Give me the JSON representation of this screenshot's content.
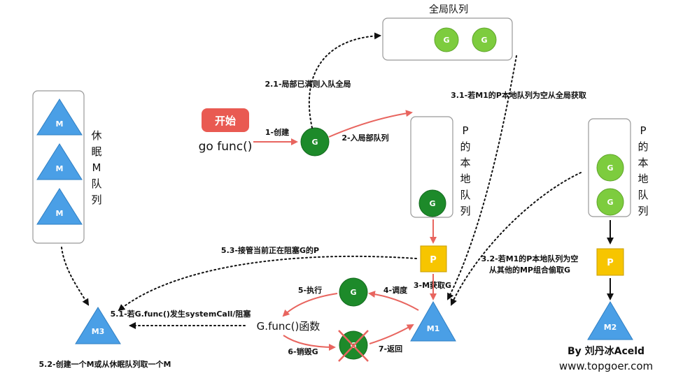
{
  "queues": {
    "global_title": "全局队列",
    "local_p_title": [
      "P",
      "的",
      "本",
      "地",
      "队",
      "列"
    ],
    "sleeping_m_title": [
      "休",
      "眠",
      "M",
      "队",
      "列"
    ]
  },
  "nodes": {
    "g": "G",
    "m": "M",
    "p": "P",
    "m1": "M1",
    "m2": "M2",
    "m3": "M3"
  },
  "start": {
    "button": "开始",
    "code": "go func()"
  },
  "func_label": "G.func()函数",
  "steps": {
    "s1": "1-创建",
    "s2": "2-入局部队列",
    "s2_1": "2.1-局部已满则入队全局",
    "s3_1": "3.1-若M1的P本地队列为空从全局获取",
    "s3_2_line1": "3.2-若M1的P本地队列为空",
    "s3_2_line2": "从其他的MP组合偷取G",
    "s3_m": "3-M获取G",
    "s4": "4-调度",
    "s5": "5-执行",
    "s5_1": "5.1-若G.func()发生systemCall/阻塞",
    "s5_2": "5.2-创建一个M或从休眠队列取一个M",
    "s5_3": "5.3-接管当前正在阻塞G的P",
    "s6": "6-销毁G",
    "s7": "7-返回"
  },
  "credit": {
    "author": "By 刘丹冰Aceld",
    "site": "www.topgoer.com"
  },
  "colors": {
    "g_light": "#7dcc3e",
    "g_dark": "#1d8a2a",
    "m_blue": "#4a9fe6",
    "p_yellow": "#f7c500",
    "start_red": "#e95a52",
    "arrow_red": "#e8655f"
  }
}
